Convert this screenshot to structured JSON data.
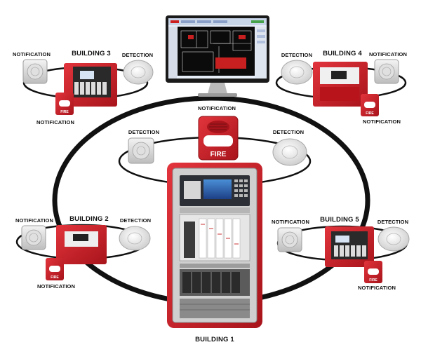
{
  "labels": {
    "building1": "BUILDING 1",
    "building2": "BUILDING 2",
    "building3": "BUILDING 3",
    "building4": "BUILDING 4",
    "building5": "BUILDING 5",
    "notification": "NOTIFICATION",
    "detection": "DETECTION",
    "fire": "FIRE"
  },
  "colors": {
    "panel_red": "#d0202a",
    "panel_dark": "#9e1016",
    "ring": "#111111",
    "screen_blue": "#1d3f86"
  }
}
